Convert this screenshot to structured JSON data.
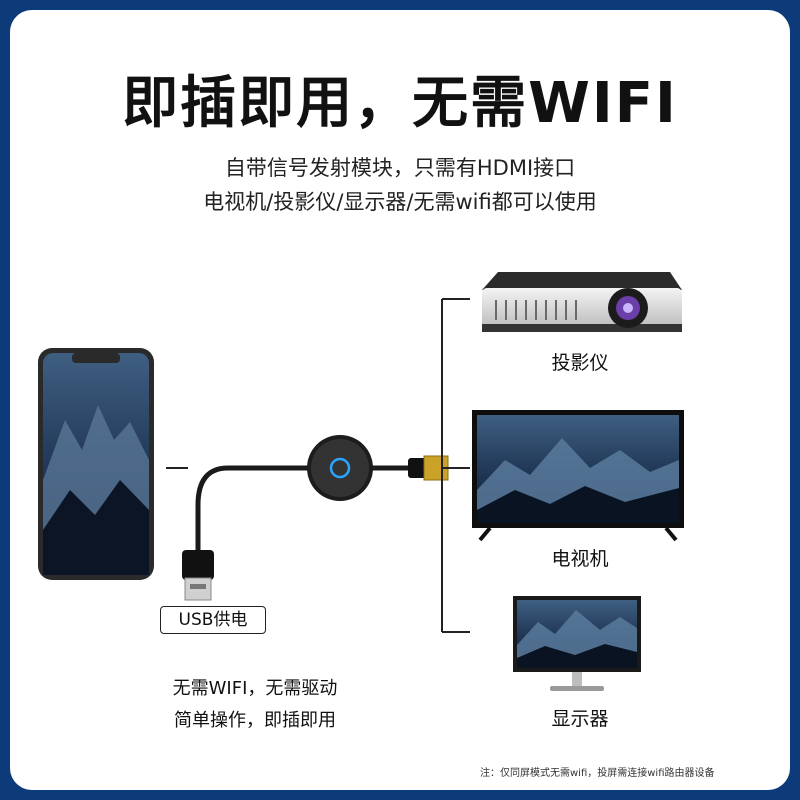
{
  "headline": "即插即用，无需WIFI",
  "subtitle_lines": [
    "自带信号发射模块，只需有HDMI接口",
    "电视机/投影仪/显示器/无需wifi都可以使用"
  ],
  "devices": [
    "投影仪",
    "电视机",
    "显示器"
  ],
  "usb_power": "USB供电",
  "features": [
    "无需WIFI，无需驱动",
    "简单操作，即插即用"
  ],
  "footnote": "注：仅同屏模式无需wifi，投屏需连接wifi路由器设备",
  "colors": {
    "background": "#0d3a78",
    "card": "#ffffff",
    "indicator": "#2aa6ff",
    "hdmi": "#c9a227"
  }
}
